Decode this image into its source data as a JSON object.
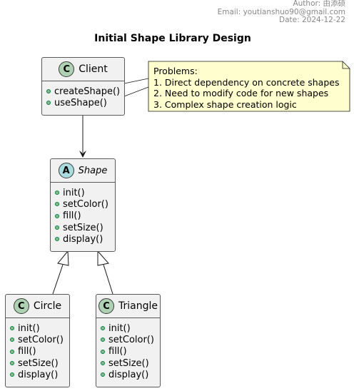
{
  "header": {
    "author": "Author: 由添硕",
    "email": "Email: youtianshuo90@gmail.com",
    "date": "Date: 2024-12-22"
  },
  "title": "Initial Shape Library Design",
  "classes": {
    "client": {
      "stereotype": "C",
      "name": "Client",
      "methods": [
        "createShape()",
        "useShape()"
      ]
    },
    "shape": {
      "stereotype": "A",
      "name": "Shape",
      "methods": [
        "init()",
        "setColor()",
        "fill()",
        "setSize()",
        "display()"
      ]
    },
    "circle": {
      "stereotype": "C",
      "name": "Circle",
      "methods": [
        "init()",
        "setColor()",
        "fill()",
        "setSize()",
        "display()"
      ]
    },
    "triangle": {
      "stereotype": "C",
      "name": "Triangle",
      "methods": [
        "init()",
        "setColor()",
        "fill()",
        "setSize()",
        "display()"
      ]
    }
  },
  "note": {
    "lines": [
      "Problems:",
      "1. Direct dependency on concrete shapes",
      "2. Need to modify code for new shapes",
      "3. Complex shape creation logic"
    ]
  },
  "colors": {
    "class_fill": "#f1f1f1",
    "class_icon": "#add1b2",
    "abstract_icon": "#a9dcdf",
    "note_fill": "#fefece",
    "method_dot": "#84be84"
  }
}
